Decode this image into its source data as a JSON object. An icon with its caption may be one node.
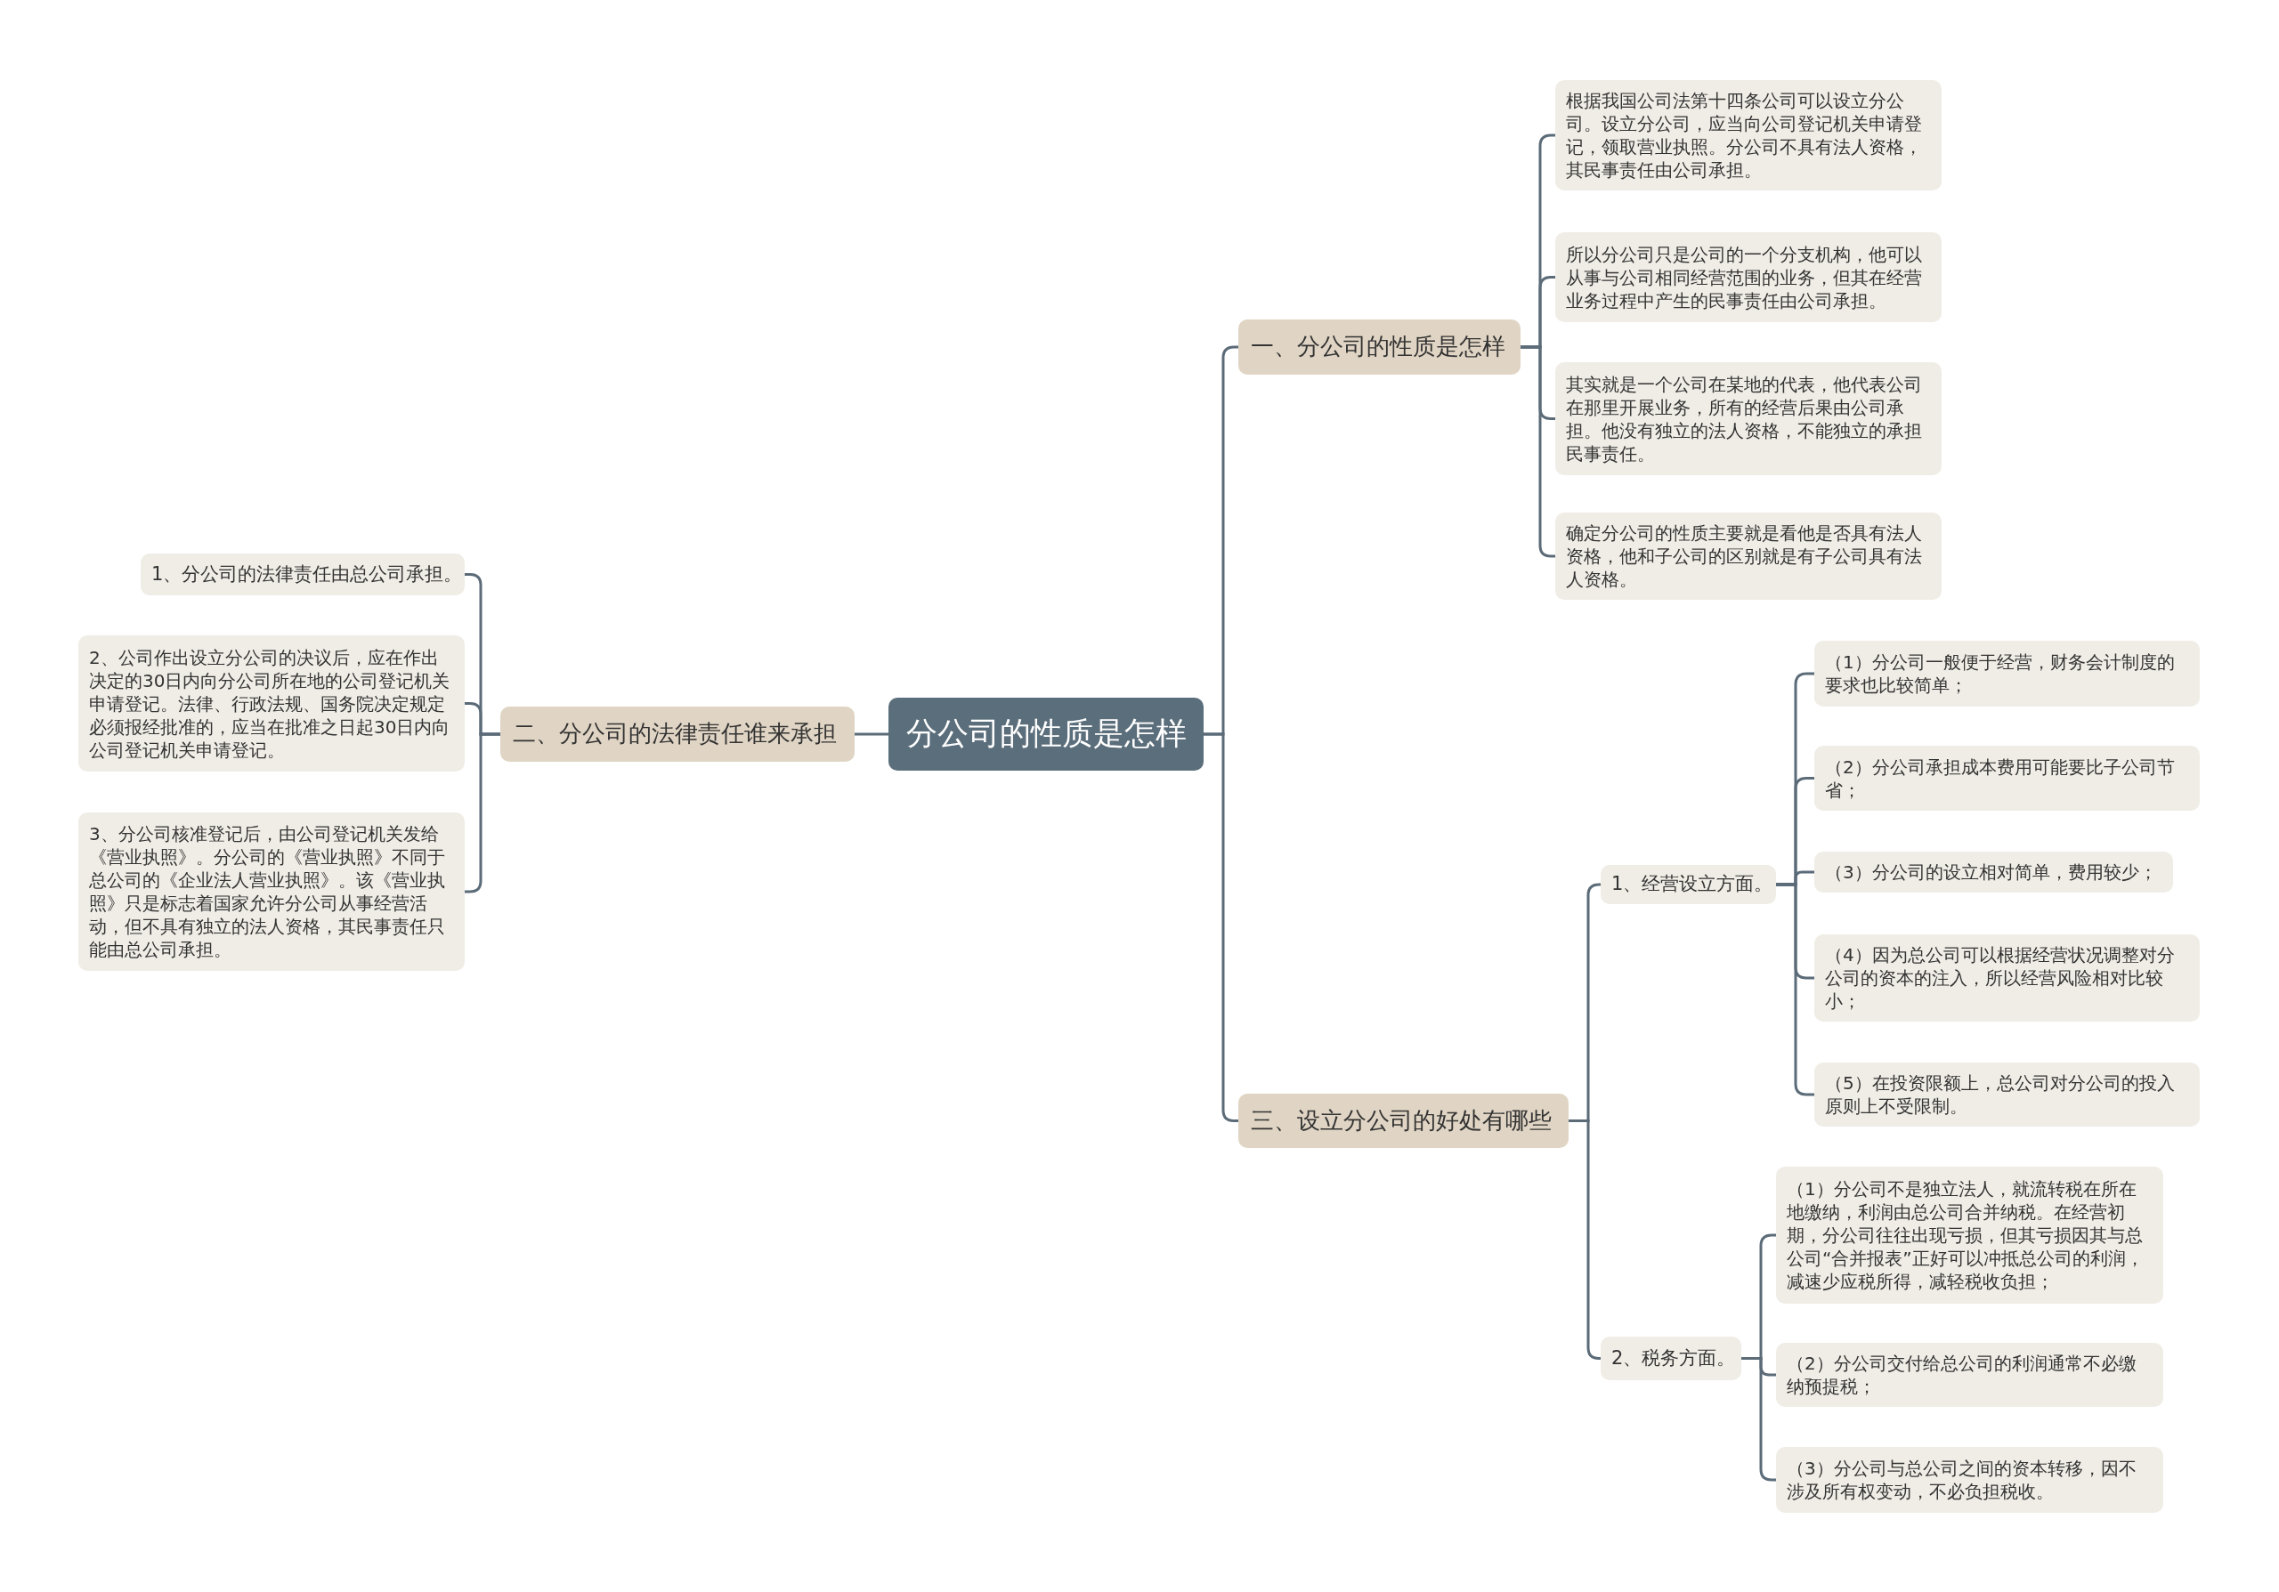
{
  "diagram": {
    "nodes": [
      {
        "text": [
          "分公司的性质是怎样"
        ]
      },
      {
        "text": [
          "一、分公司的性质是怎样"
        ]
      },
      {
        "text": [
          "根据我国公司法第十四条公司可以设立分公司。设立分公司，应当向公司登记机关申请登记，领取营业执照。分公司不具有法人资格，其民事责任由公司承担。"
        ]
      },
      {
        "text": [
          "所以分公司只是公司的一个分支机构，他可以从事与公司相同经营范围的业务，但其在经营业务过程中产生的民事责任由公司承担。"
        ]
      },
      {
        "text": [
          "其实就是一个公司在某地的代表，他代表公司在那里开展业务，所有的经营后果由公司承担。他没有独立的法人资格，不能独立的承担民事责任。"
        ]
      },
      {
        "text": [
          "确定分公司的性质主要就是看他是否具有法人资格，他和子公司的区别就是有子公司具有法人资格。"
        ]
      },
      {
        "text": [
          "二、分公司的法律责任谁来承担"
        ]
      },
      {
        "text": [
          "1、分公司的法律责任由总公司承担。"
        ]
      },
      {
        "text": [
          "2、公司作出设立分公司的决议后，应在作出决定的30日内向分公司所在地的公司登记机关申请登记。法律、行政法规、国务院决定规定必须报经批准的，应当在批准之日起30日内向公司登记机关申请登记。"
        ]
      },
      {
        "text": [
          "3、分公司核准登记后，由公司登记机关发给《营业执照》。分公司的《营业执照》不同于总公司的《企业法人营业执照》。该《营业执照》只是标志着国家允许分公司从事经营活动，但不具有独立的法人资格，其民事责任只能由总公司承担。"
        ]
      },
      {
        "text": [
          "三、设立分公司的好处有哪些"
        ]
      },
      {
        "text": [
          "1、经营设立方面。"
        ]
      },
      {
        "text": [
          "（1）分公司一般便于经营，财务会计制度的要求也比较简单；"
        ]
      },
      {
        "text": [
          "（2）分公司承担成本费用可能要比子公司节省；"
        ]
      },
      {
        "text": [
          "（3）分公司的设立相对简单，费用较少；"
        ]
      },
      {
        "text": [
          "（4）因为总公司可以根据经营状况调整对分公司的资本的注入，所以经营风险相对比较小；"
        ]
      },
      {
        "text": [
          "（5）在投资限额上，总公司对分公司的投入原则上不受限制。"
        ]
      },
      {
        "text": [
          "2、税务方面。"
        ]
      },
      {
        "text": [
          "（1）分公司不是独立法人，就流转税在所在地缴纳，利润由总公司合并纳税。在经营初期，分公司往往出现亏损，但其亏损因其与总公司“合并报表”正好可以冲抵总公司的利润，减速少应税所得，减轻税收负担；"
        ]
      },
      {
        "text": [
          "（2）分公司交付给总公司的利润通常不必缴纳预提税；"
        ]
      },
      {
        "text": [
          "（3）分公司与总公司之间的资本转移，因不涉及所有权变动，不必负担税收。"
        ]
      }
    ],
    "edges": [
      {
        "from": 0,
        "to": 1,
        "arrow": "none"
      },
      {
        "from": 1,
        "to": 2,
        "arrow": "none"
      },
      {
        "from": 1,
        "to": 3,
        "arrow": "none"
      },
      {
        "from": 1,
        "to": 4,
        "arrow": "none"
      },
      {
        "from": 1,
        "to": 5,
        "arrow": "none"
      },
      {
        "from": 0,
        "to": 6,
        "arrow": "none"
      },
      {
        "from": 6,
        "to": 7,
        "arrow": "none"
      },
      {
        "from": 6,
        "to": 8,
        "arrow": "none"
      },
      {
        "from": 6,
        "to": 9,
        "arrow": "none"
      },
      {
        "from": 0,
        "to": 10,
        "arrow": "none"
      },
      {
        "from": 10,
        "to": 11,
        "arrow": "none"
      },
      {
        "from": 11,
        "to": 12,
        "arrow": "none"
      },
      {
        "from": 11,
        "to": 13,
        "arrow": "none"
      },
      {
        "from": 11,
        "to": 14,
        "arrow": "none"
      },
      {
        "from": 11,
        "to": 15,
        "arrow": "none"
      },
      {
        "from": 11,
        "to": 16,
        "arrow": "none"
      },
      {
        "from": 10,
        "to": 17,
        "arrow": "none"
      },
      {
        "from": 17,
        "to": 18,
        "arrow": "none"
      },
      {
        "from": 17,
        "to": 19,
        "arrow": "none"
      },
      {
        "from": 17,
        "to": 20,
        "arrow": "none"
      }
    ]
  }
}
